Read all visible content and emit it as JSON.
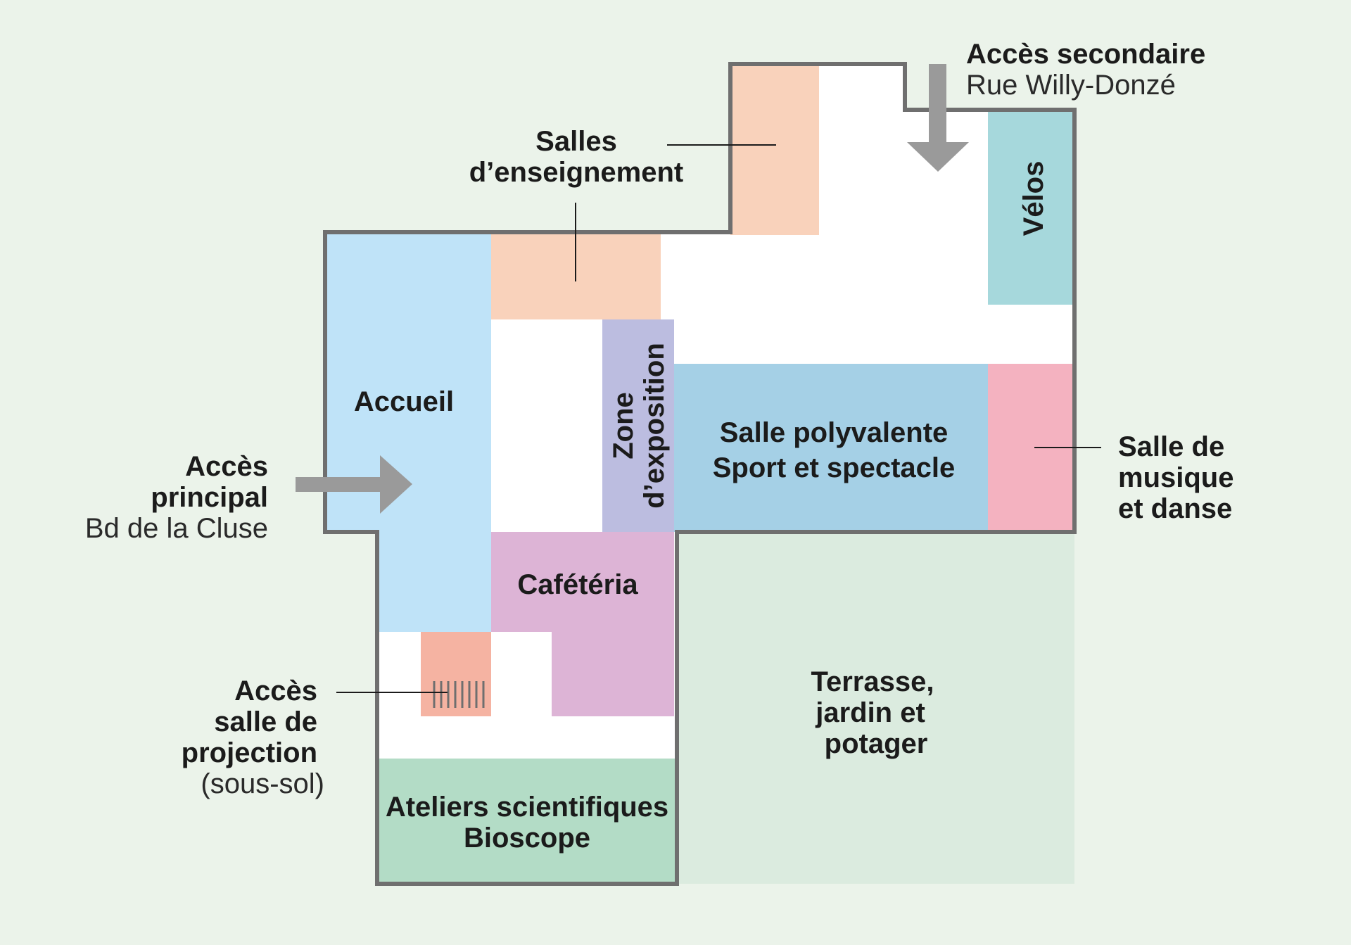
{
  "colors": {
    "background": "#ebf3ea",
    "interior": "#ffffff",
    "wall": "#6f6f6f",
    "arrow": "#9a9a9a",
    "leader": "#1b1b1b",
    "teaching": "#f9d2bb",
    "reception": "#bfe3f8",
    "exhibition": "#bcbde0",
    "multipurpose": "#a5d0e6",
    "music": "#f4b2c0",
    "bikes": "#a6d8dc",
    "cafeteria": "#ddb4d6",
    "projection": "#f5b3a2",
    "workshops": "#b3dcc6",
    "terrace": "#dbebdf"
  },
  "rooms": {
    "reception": {
      "label": "Accueil"
    },
    "teaching": {
      "line1": "Salles",
      "line2": "d’enseignement"
    },
    "exhibition": {
      "line1": "Zone",
      "line2": "d’exposition"
    },
    "multipurpose": {
      "line1": "Salle polyvalente",
      "line2": "Sport et spectacle"
    },
    "music": {
      "line1": "Salle de",
      "line2": "musique",
      "line3": "et danse"
    },
    "bikes": {
      "label": "Vélos"
    },
    "cafeteria": {
      "label": "Cafétéria"
    },
    "workshops": {
      "line1": "Ateliers scientifiques",
      "line2": "Bioscope"
    },
    "terrace": {
      "line1": "Terrasse,",
      "line2": "jardin et",
      "line3": "potager"
    }
  },
  "accesses": {
    "main": {
      "line1": "Accès",
      "line2": "principal",
      "street": "Bd de la Cluse",
      "icon": "arrow-right-icon"
    },
    "secondary": {
      "title": "Accès secondaire",
      "street": "Rue Willy-Donzé",
      "icon": "arrow-down-icon"
    },
    "projection": {
      "line1": "Accès",
      "line2": "salle de",
      "line3": "projection",
      "note": "(sous-sol)",
      "icon": "stairs-icon"
    }
  }
}
